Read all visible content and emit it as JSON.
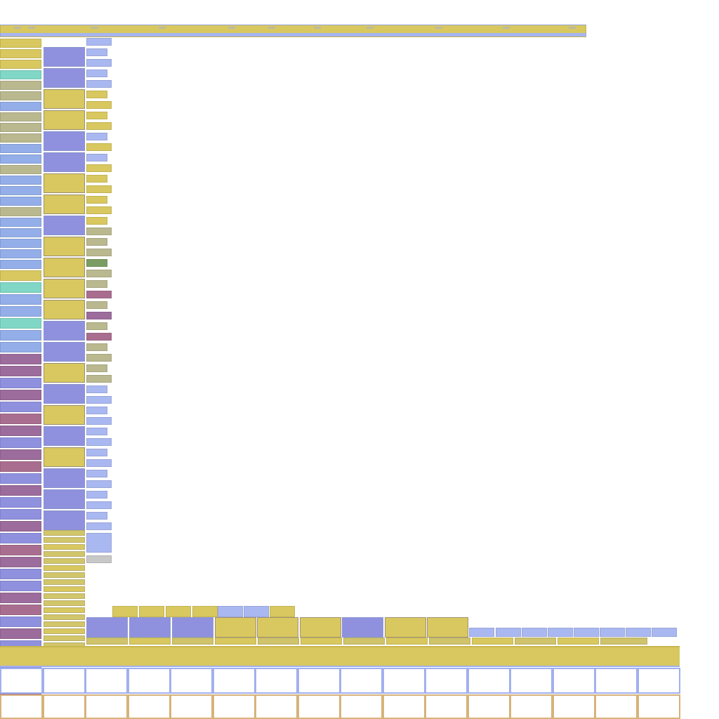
{
  "palette": {
    "yellow": "#d8c85f",
    "yellow_dark": "#c8b54f",
    "blue": "#93aee8",
    "blue_light": "#aab8f1",
    "violet": "#8f91df",
    "violet_dark": "#7d7fd6",
    "teal": "#80d7c5",
    "olive": "#b9b88f",
    "mauve": "#9c6c9c",
    "mauve_dark": "#8e6b87",
    "rose": "#a96e8f",
    "green": "#7b9d63",
    "gray": "#c8c8c8",
    "white": "#ffffff",
    "orange_border": "#d6b37a",
    "blue_border": "#a2b0ef"
  },
  "summary": {
    "left_columns": 3,
    "bottom_tracks": 4,
    "table_rows": 2,
    "table_columns": 16
  }
}
